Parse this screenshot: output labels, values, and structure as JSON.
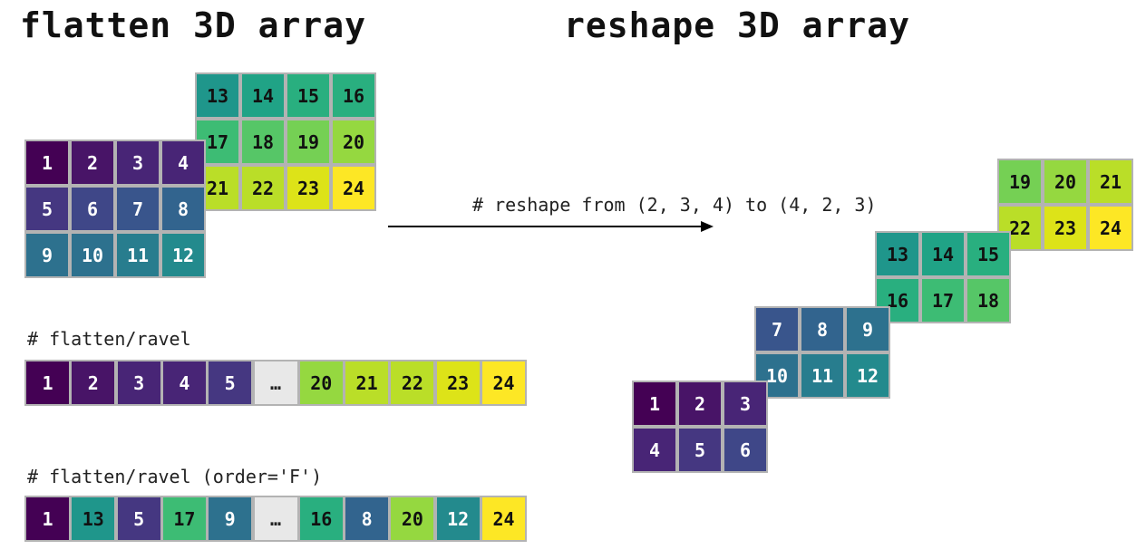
{
  "titles": {
    "flatten": "flatten 3D array",
    "reshape": "reshape 3D array"
  },
  "comments": {
    "flatten": "# flatten/ravel",
    "flatten_f": "# flatten/ravel (order='F')",
    "reshape": "# reshape from (2, 3, 4) to (4, 2, 3)"
  },
  "colors": {
    "1": "#440154",
    "2": "#481467",
    "3": "#482576",
    "4": "#453781",
    "5": "#3f4788",
    "6": "#39558c",
    "7": "#32648e",
    "8": "#2d718e",
    "9": "#287d8e",
    "10": "#238a8d",
    "11": "#1f968b",
    "12": "#20a386",
    "13": "#29af7f",
    "14": "#3dbc74",
    "15": "#56c667",
    "16": "#75d054",
    "17": "#95d840",
    "18": "#bade28",
    "19": "#dde318",
    "20": "#fde725",
    "ellipsis": "#e8e8e8"
  },
  "source_array": {
    "front": [
      [
        "1",
        "2",
        "3",
        "4"
      ],
      [
        "5",
        "6",
        "7",
        "8"
      ],
      [
        "9",
        "10",
        "11",
        "12"
      ]
    ],
    "back": [
      [
        "13",
        "14",
        "15",
        "16"
      ],
      [
        "17",
        "18",
        "19",
        "20"
      ],
      [
        "21",
        "22",
        "23",
        "24"
      ]
    ]
  },
  "flatten_row": [
    "1",
    "2",
    "3",
    "4",
    "5",
    "…",
    "20",
    "21",
    "22",
    "23",
    "24"
  ],
  "flatten_f_row": [
    "1",
    "13",
    "5",
    "17",
    "9",
    "…",
    "16",
    "8",
    "20",
    "12",
    "24"
  ],
  "reshaped_array": [
    [
      [
        "1",
        "2",
        "3"
      ],
      [
        "4",
        "5",
        "6"
      ]
    ],
    [
      [
        "7",
        "8",
        "9"
      ],
      [
        "10",
        "11",
        "12"
      ]
    ],
    [
      [
        "13",
        "14",
        "15"
      ],
      [
        "16",
        "17",
        "18"
      ]
    ],
    [
      [
        "19",
        "20",
        "21"
      ],
      [
        "22",
        "23",
        "24"
      ]
    ]
  ]
}
